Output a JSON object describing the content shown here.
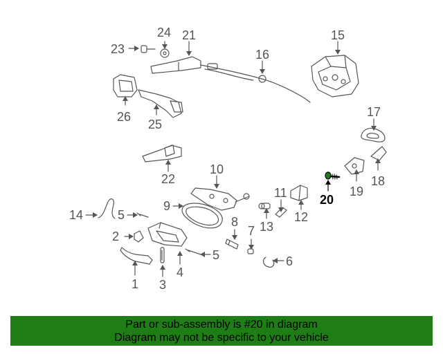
{
  "diagram": {
    "callouts": [
      {
        "id": "1",
        "label": "1"
      },
      {
        "id": "2",
        "label": "2"
      },
      {
        "id": "3",
        "label": "3"
      },
      {
        "id": "4",
        "label": "4"
      },
      {
        "id": "5a",
        "label": "5"
      },
      {
        "id": "5b",
        "label": "5"
      },
      {
        "id": "6",
        "label": "6"
      },
      {
        "id": "7",
        "label": "7"
      },
      {
        "id": "8",
        "label": "8"
      },
      {
        "id": "9",
        "label": "9"
      },
      {
        "id": "10",
        "label": "10"
      },
      {
        "id": "11",
        "label": "11"
      },
      {
        "id": "12",
        "label": "12"
      },
      {
        "id": "13",
        "label": "13"
      },
      {
        "id": "14",
        "label": "14"
      },
      {
        "id": "15",
        "label": "15"
      },
      {
        "id": "16",
        "label": "16"
      },
      {
        "id": "17",
        "label": "17"
      },
      {
        "id": "18",
        "label": "18"
      },
      {
        "id": "19",
        "label": "19"
      },
      {
        "id": "20",
        "label": "20"
      },
      {
        "id": "21",
        "label": "21"
      },
      {
        "id": "22",
        "label": "22"
      },
      {
        "id": "23",
        "label": "23"
      },
      {
        "id": "24",
        "label": "24"
      },
      {
        "id": "25",
        "label": "25"
      },
      {
        "id": "26",
        "label": "26"
      }
    ],
    "highlighted_part": "20",
    "highlight_color": "#1e7d14",
    "line_color": "#555555"
  },
  "banner": {
    "line1": "Part or sub-assembly is #20 in diagram",
    "line2": "Diagram may not be specific to your vehicle",
    "background": "#1e7d14"
  }
}
